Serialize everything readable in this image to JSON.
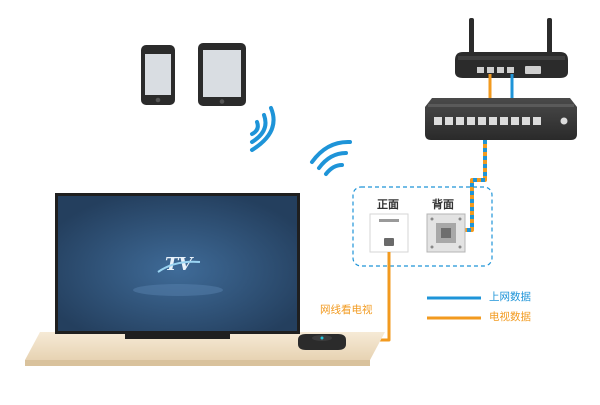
{
  "panel_labels": {
    "front": "正面",
    "back": "背面"
  },
  "cable_label": "网线看电视",
  "legend": [
    {
      "label": "上网数据",
      "color": "#1e94d8"
    },
    {
      "label": "电视数据",
      "color": "#f29a1f"
    }
  ],
  "colors": {
    "internet": "#1e94d8",
    "tv": "#f29a1f",
    "wifi": "#1e94d8",
    "tv_screen": "#2d4f74",
    "table": "#f0e2cc",
    "device_dark": "#2b2b2b"
  },
  "icons": [
    "phone-icon",
    "tablet-icon",
    "wifi-icon",
    "router-icon",
    "switch-icon",
    "tv-icon",
    "set-top-box-icon",
    "wall-panel-icon"
  ]
}
